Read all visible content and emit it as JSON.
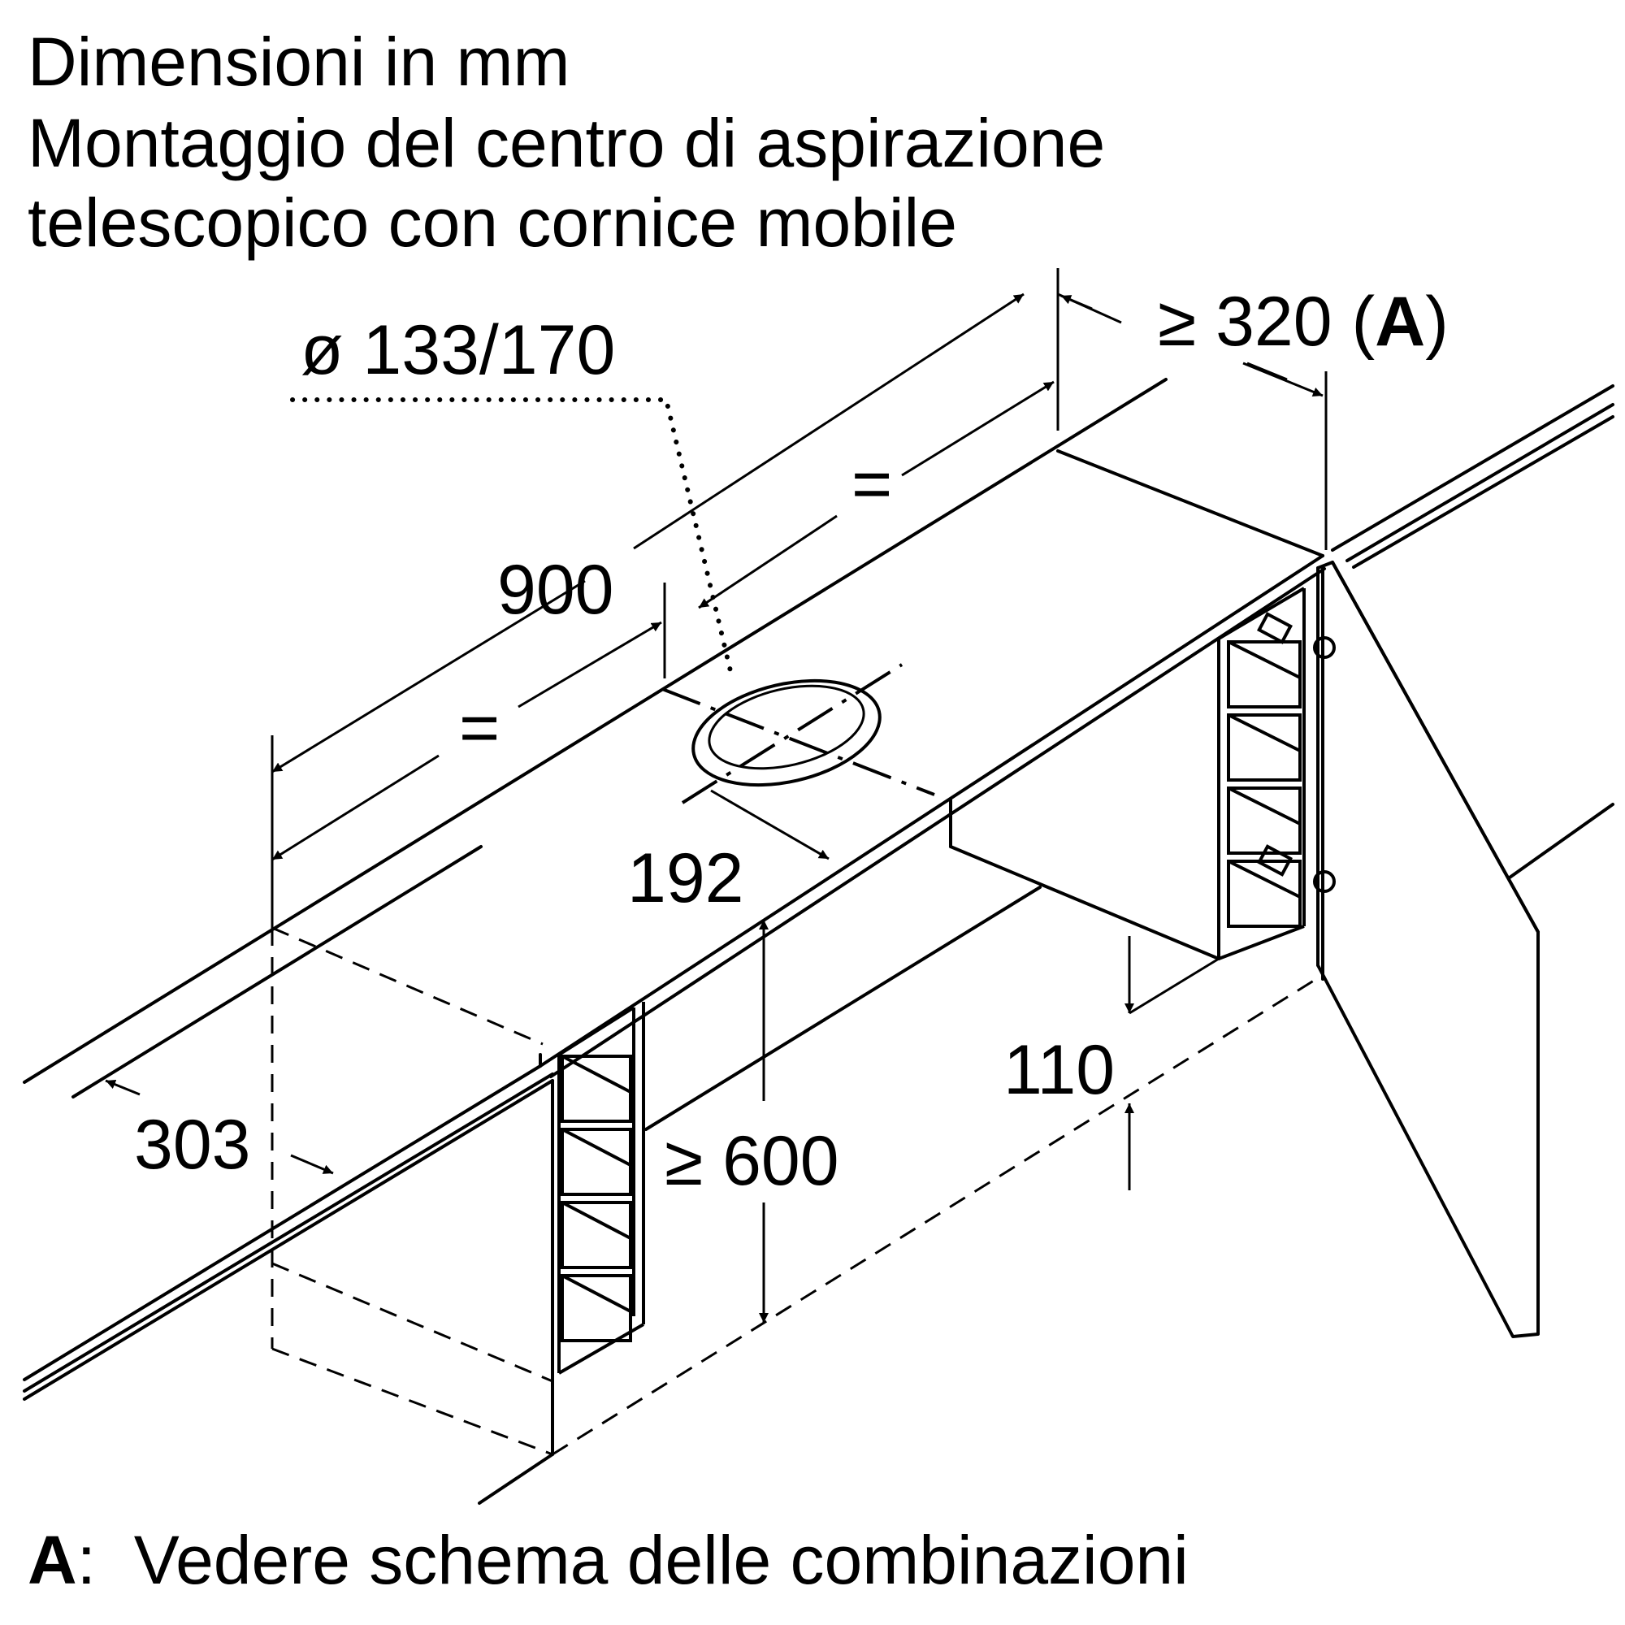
{
  "title": {
    "line1": "Dimensioni in mm",
    "line2": "Montaggio del centro di aspirazione",
    "line3": "telescopico con cornice mobile"
  },
  "dimensions": {
    "diameter": "ø 133/170",
    "width": "900",
    "equal_left": "=",
    "equal_right": "=",
    "offset": "192",
    "min_depth_prefix": "≥ 320 (",
    "min_depth_ref": "A",
    "min_depth_suffix": ")",
    "depth": "303",
    "min_height": "≥ 600",
    "frame_height": "110"
  },
  "footnote": {
    "ref": "A",
    "separator": ":",
    "text": "  Vedere schema delle combinazioni"
  }
}
